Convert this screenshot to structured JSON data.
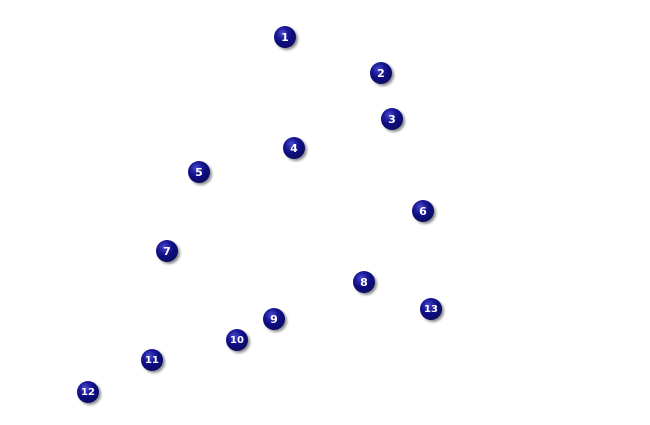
{
  "colors": {
    "background": "#ffffff",
    "marker_fill": "#0d0d80",
    "marker_highlight": "#3a3ab8",
    "marker_shadow": "#9a9aa6",
    "label": "#ffffff"
  },
  "markers": [
    {
      "label": "1"
    },
    {
      "label": "2"
    },
    {
      "label": "3"
    },
    {
      "label": "4"
    },
    {
      "label": "5"
    },
    {
      "label": "6"
    },
    {
      "label": "7"
    },
    {
      "label": "8"
    },
    {
      "label": "9"
    },
    {
      "label": "10"
    },
    {
      "label": "11"
    },
    {
      "label": "12"
    },
    {
      "label": "13"
    }
  ]
}
